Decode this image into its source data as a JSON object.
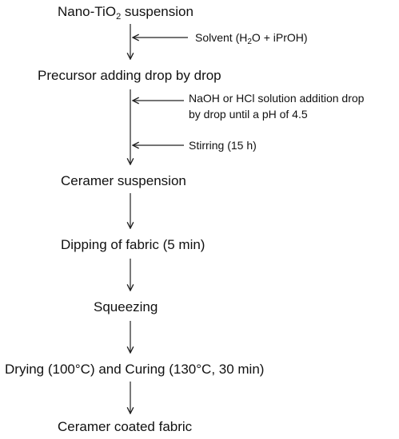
{
  "steps": [
    {
      "pre": "Nano-TiO",
      "sub": "2",
      "post": " suspension"
    },
    {
      "label": "Precursor adding drop by drop"
    },
    {
      "label": "Ceramer suspension"
    },
    {
      "label": "Dipping of fabric (5 min)"
    },
    {
      "label": "Squeezing"
    },
    {
      "label": "Drying (100°C) and Curing (130°C, 30 min)"
    },
    {
      "label": "Ceramer coated fabric"
    }
  ],
  "side_inputs": {
    "solvent": {
      "pre": "Solvent (H",
      "sub": "2",
      "post": "O + iPrOH)"
    },
    "ph_line1": "NaOH or HCl solution addition drop",
    "ph_line2": "by drop until a pH of 4.5",
    "stirring": "Stirring (15 h)"
  },
  "colors": {
    "text": "#111111",
    "arrow": "#222222"
  }
}
